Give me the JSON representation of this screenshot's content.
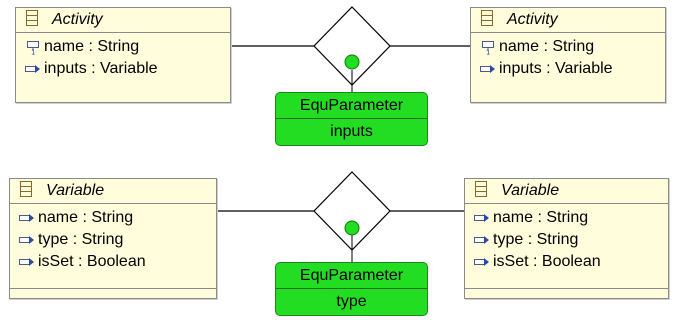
{
  "rules": [
    {
      "left_class": {
        "name": "Activity",
        "attributes": [
          {
            "text": "name : String",
            "icon": "key-attribute-icon"
          },
          {
            "text": "inputs : Variable",
            "icon": "reference-arrow-icon"
          }
        ]
      },
      "right_class": {
        "name": "Activity",
        "attributes": [
          {
            "text": "name : String",
            "icon": "key-attribute-icon"
          },
          {
            "text": "inputs : Variable",
            "icon": "reference-arrow-icon"
          }
        ]
      },
      "parameter": {
        "title": "EquParameter",
        "value": "inputs"
      }
    },
    {
      "left_class": {
        "name": "Variable",
        "attributes": [
          {
            "text": "name : String",
            "icon": "reference-arrow-icon"
          },
          {
            "text": "type : String",
            "icon": "reference-arrow-icon"
          },
          {
            "text": "isSet : Boolean",
            "icon": "reference-arrow-icon"
          }
        ]
      },
      "right_class": {
        "name": "Variable",
        "attributes": [
          {
            "text": "name : String",
            "icon": "reference-arrow-icon"
          },
          {
            "text": "type : String",
            "icon": "reference-arrow-icon"
          },
          {
            "text": "isSet : Boolean",
            "icon": "reference-arrow-icon"
          }
        ]
      },
      "parameter": {
        "title": "EquParameter",
        "value": "type"
      }
    }
  ],
  "colors": {
    "class_fill": "#fffddb",
    "parameter_fill": "#22dd22",
    "node_dot": "#22dd22"
  }
}
